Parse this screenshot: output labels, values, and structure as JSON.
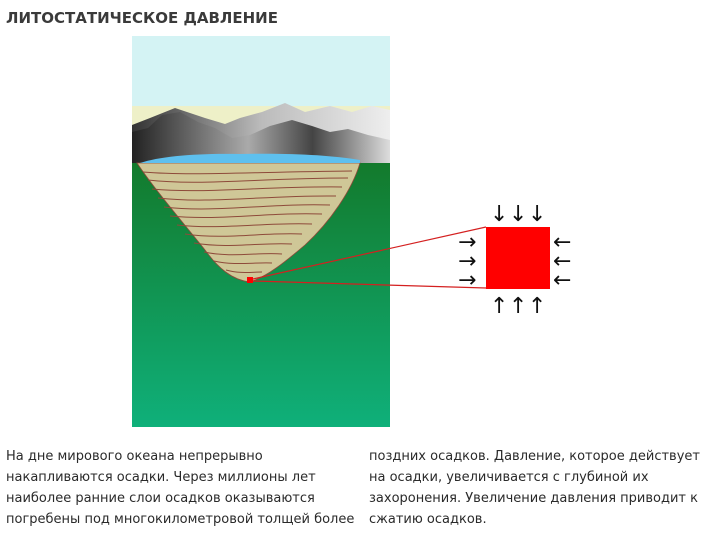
{
  "slide": {
    "title": "ЛИТОСТАТИЧЕСКОЕ ДАВЛЕНИЕ"
  },
  "diagram": {
    "colors": {
      "sky": "#d4f3f4",
      "ground_top": "#137a2c",
      "ground_bottom": "#0fb07a",
      "sediment": "#cfc797",
      "sediment_lines": "#8e4a3a",
      "water": "#5ec0ee",
      "mountains": "#555555",
      "pressure_block": "#ff0000",
      "connector": "#d42020"
    },
    "arrows": {
      "down": "↓",
      "up": "↑",
      "right": "→",
      "left": "←"
    }
  },
  "caption": {
    "left_lines": [
      "На дне мирового океана непрерывно",
      "накапливаются осадки. Через миллионы лет",
      "наиболее ранние слои осадков оказываются",
      "погребены под многокилометровой толщей более"
    ],
    "right_lines": [
      "поздних осадков. Давление, которое действует",
      "на осадки, увеличивается с глубиной их",
      "захоронения. Увеличение давления приводит к",
      "сжатию осадков."
    ]
  }
}
